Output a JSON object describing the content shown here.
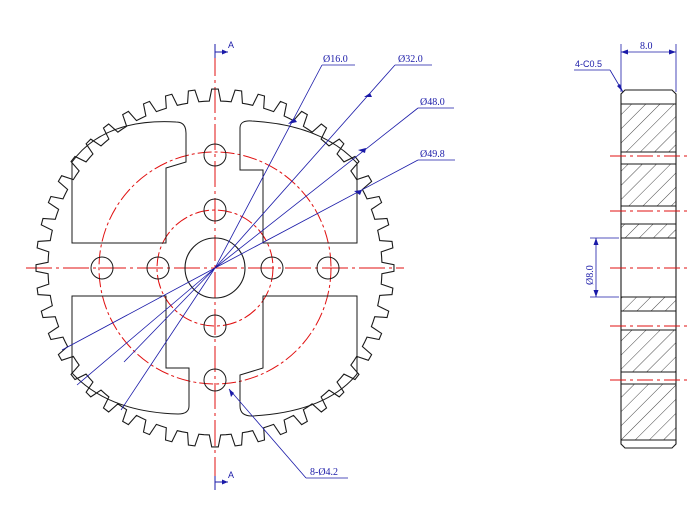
{
  "drawing": {
    "section_marker": "A",
    "dimensions": {
      "d16": "Ø16.0",
      "d32": "Ø32.0",
      "d48": "Ø48.0",
      "d49": "Ø49.8",
      "holes": "8-Ø4.2",
      "width": "8.0",
      "chamfer": "4-C0.5",
      "bore": "Ø8.0"
    },
    "colors": {
      "outline": "#1a1a1a",
      "center_line": "#e01010",
      "dimension": "#1a1aa8"
    }
  }
}
